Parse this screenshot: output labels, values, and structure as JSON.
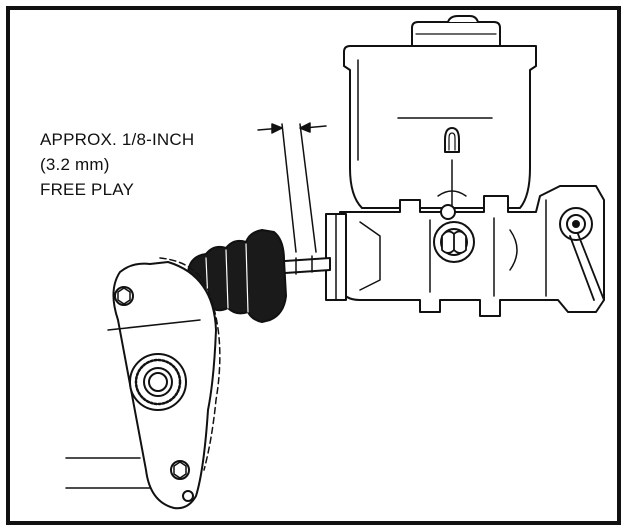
{
  "callout": {
    "line1": "APPROX. 1/8-INCH",
    "line2": "(3.2 mm)",
    "line3": "FREE PLAY"
  },
  "colors": {
    "ink": "#111111",
    "paper": "#ffffff",
    "boot": "#1a1a1a"
  }
}
